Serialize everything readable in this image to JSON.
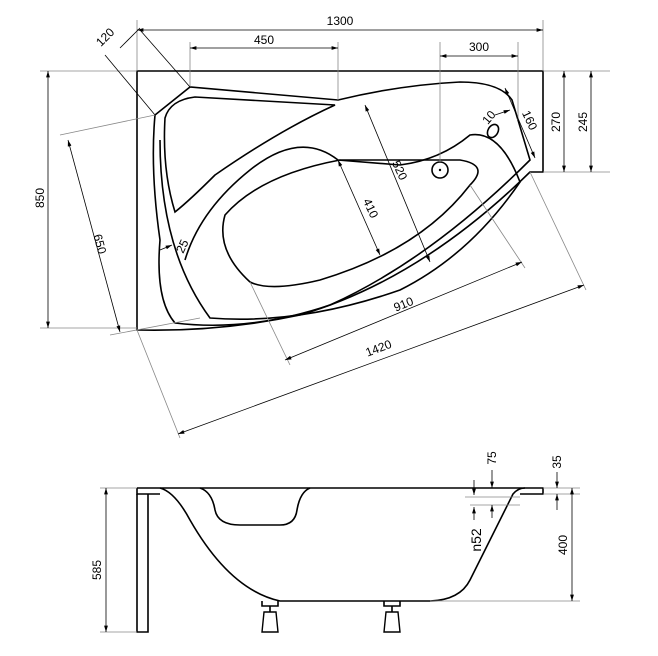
{
  "top_view": {
    "dimensions": {
      "width": "1300",
      "corner": "120",
      "top_left_length": "450",
      "drain_offset": "300",
      "right_height_outer": "270",
      "right_height_inner": "245",
      "rim_width": "10",
      "overflow_length": "160",
      "basin_diagonal": "520",
      "basin_width": "410",
      "depth": "850",
      "left_length": "650",
      "rim_thickness": "25",
      "basin_length": "910",
      "overall_length": "1420"
    }
  },
  "side_view": {
    "dimensions": {
      "overflow_depth": "75",
      "rim_height": "35",
      "overflow_diameter": "n52",
      "inner_depth": "400",
      "total_height": "585"
    }
  },
  "colors": {
    "line": "#000000",
    "guide": "#888888"
  }
}
